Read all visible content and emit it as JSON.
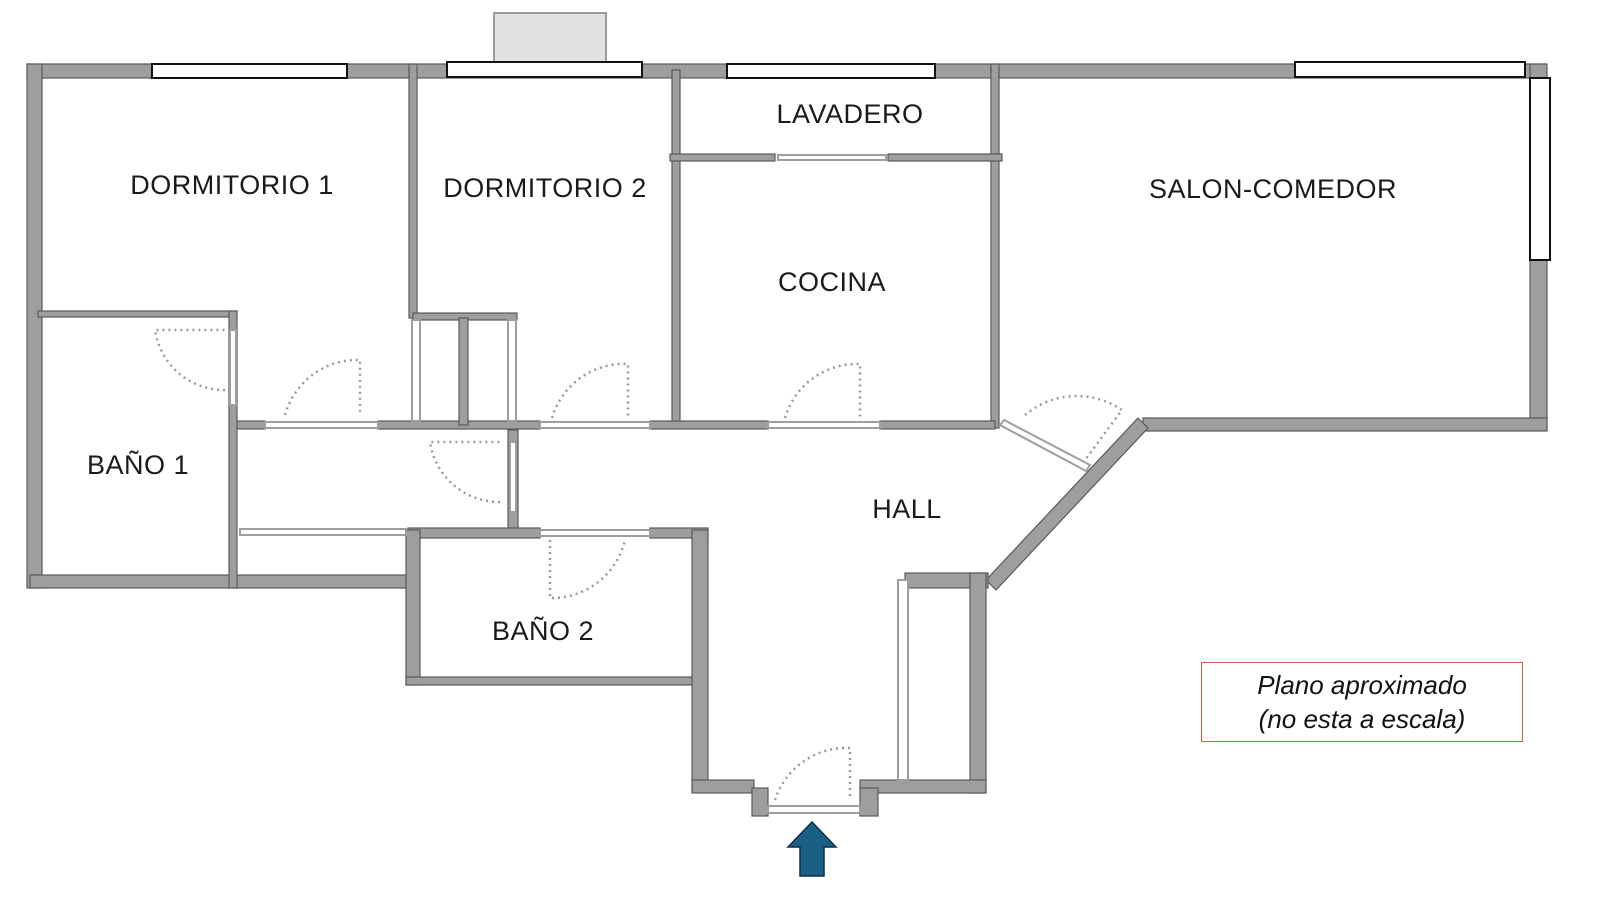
{
  "title": "Plano de vivienda",
  "rooms": {
    "dormitorio1": "DORMITORIO 1",
    "dormitorio2": "DORMITORIO 2",
    "lavadero": "LAVADERO",
    "cocina": "COCINA",
    "salon": "SALON-COMEDOR",
    "bano1": "BAÑO 1",
    "bano2": "BAÑO 2",
    "hall": "HALL"
  },
  "note": {
    "line1": "Plano aproximado",
    "line2": "(no esta a escala)"
  },
  "colors": {
    "wall": "#9e9e9e",
    "entrance_arrow": "#1a5f85",
    "note_border": "#c8663a"
  },
  "icons": {
    "entrance": "arrow-up-icon"
  }
}
